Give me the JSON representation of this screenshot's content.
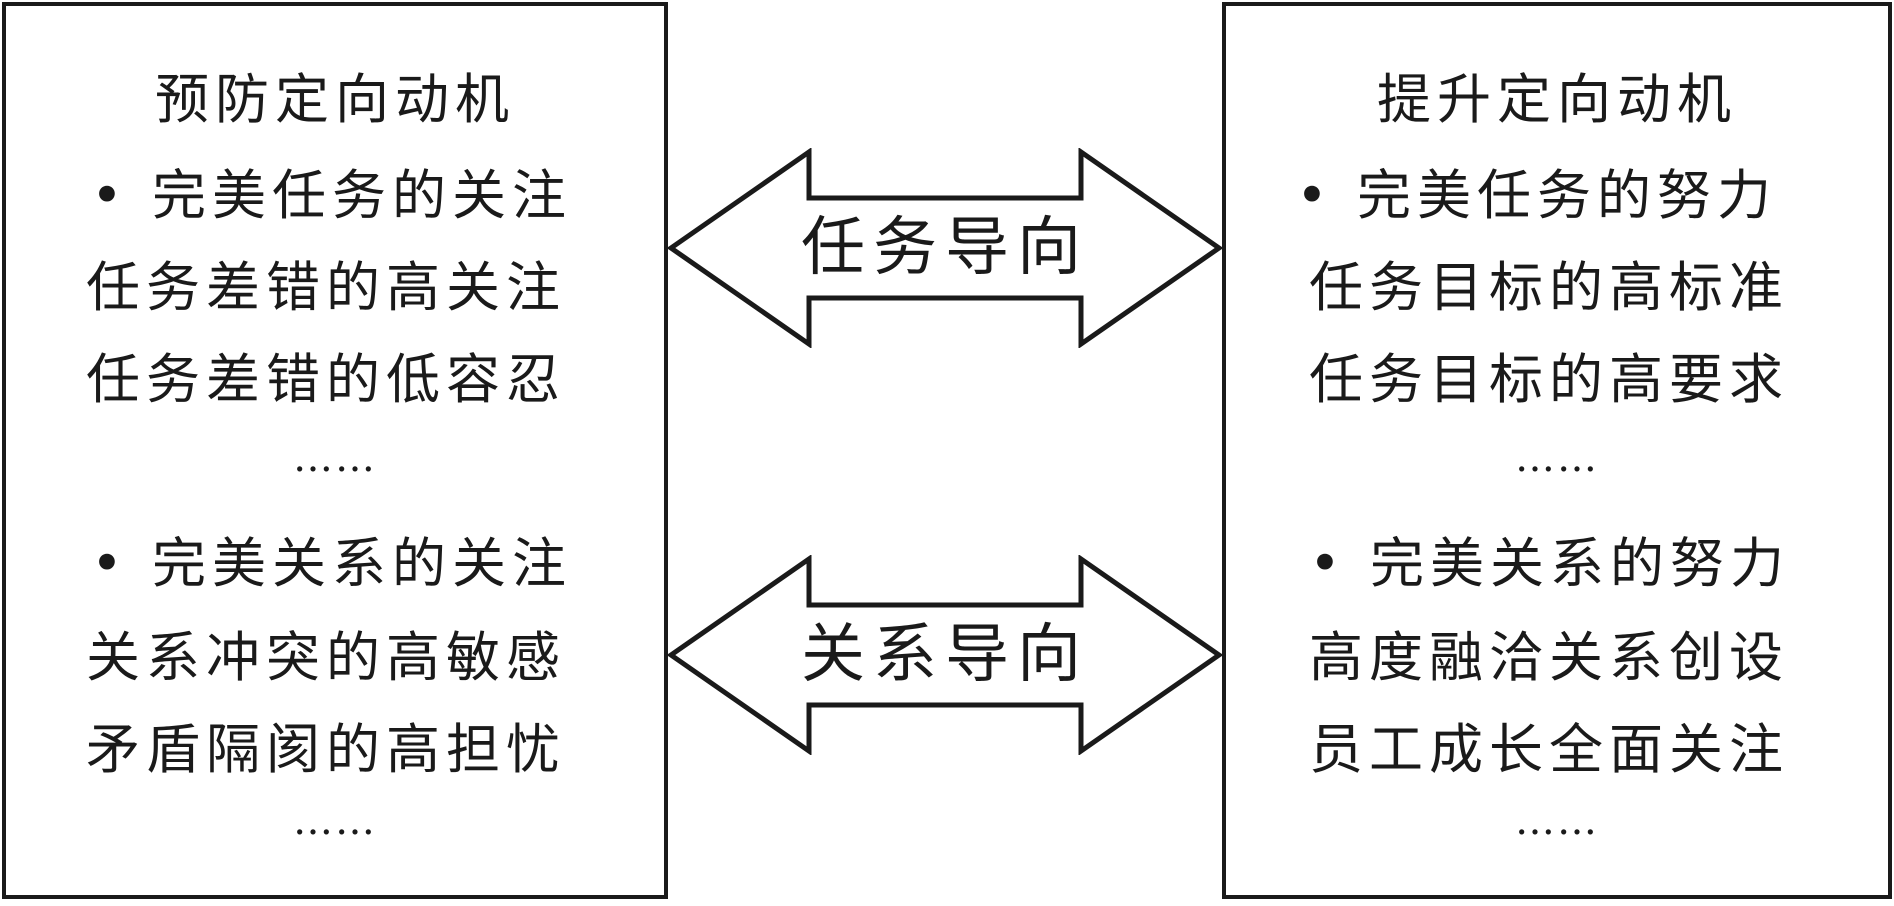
{
  "left_panel": {
    "title": "预防定向动机",
    "task_group": {
      "bullet": "•",
      "heading": "完美任务的关注",
      "items": [
        "任务差错的高关注",
        "任务差错的低容忍"
      ],
      "ellipsis": "……"
    },
    "relation_group": {
      "bullet": "•",
      "heading": "完美关系的关注",
      "items": [
        "关系冲突的高敏感",
        "矛盾隔阂的高担忧"
      ],
      "ellipsis": "……"
    }
  },
  "right_panel": {
    "title": "提升定向动机",
    "task_group": {
      "bullet": "•",
      "heading": "完美任务的努力",
      "items": [
        "任务目标的高标准",
        "任务目标的高要求"
      ],
      "ellipsis": "……"
    },
    "relation_group": {
      "bullet": "•",
      "heading": "完美关系的努力",
      "items": [
        "高度融洽关系创设",
        "员工成长全面关注"
      ],
      "ellipsis": "……"
    }
  },
  "arrows": {
    "top_label": "任务导向",
    "bottom_label": "关系导向"
  },
  "colors": {
    "stroke": "#1a1a1a",
    "background": "#ffffff"
  }
}
